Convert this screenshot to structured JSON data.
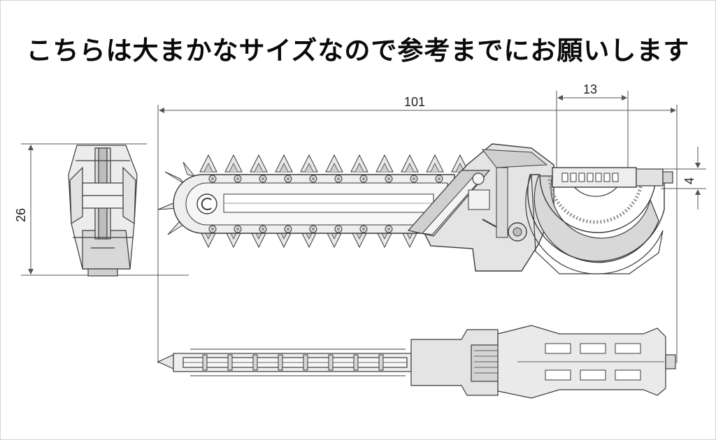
{
  "title": "こちらは大まかなサイズなので参考までにお願いします",
  "dimensions": {
    "overall_length": "101",
    "handle_length": "13",
    "height": "26",
    "small_width": "4"
  },
  "views": [
    "front-view",
    "side-view",
    "top-view"
  ],
  "colors": {
    "line": "#3a3a3a",
    "dimension": "#555555",
    "fill_light": "#e6e6e6",
    "fill_mid": "#cfcfcf",
    "fill_dark": "#8f8f8f"
  }
}
